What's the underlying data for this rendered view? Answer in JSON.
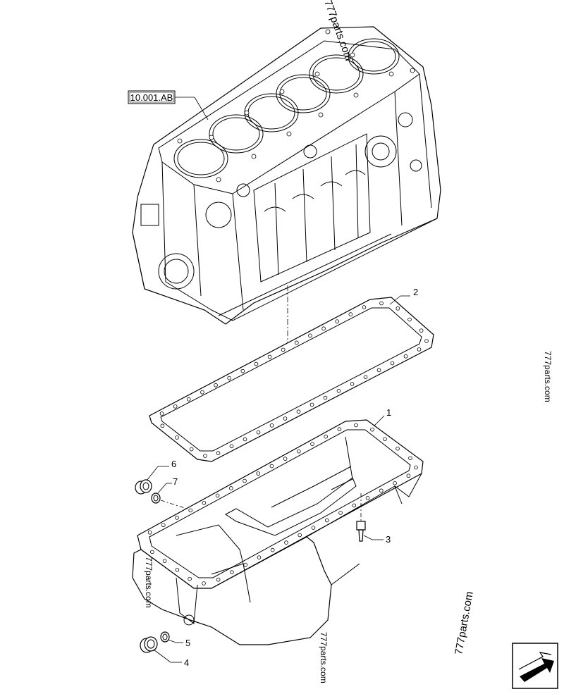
{
  "reference_label": "10.001.AB",
  "callouts": [
    {
      "id": "callout-1",
      "label": "1"
    },
    {
      "id": "callout-2",
      "label": "2"
    },
    {
      "id": "callout-3",
      "label": "3"
    },
    {
      "id": "callout-4",
      "label": "4"
    },
    {
      "id": "callout-5",
      "label": "5"
    },
    {
      "id": "callout-6",
      "label": "6"
    },
    {
      "id": "callout-7",
      "label": "7"
    }
  ],
  "watermarks": {
    "top": "777parts.com",
    "right": "777parts.com",
    "left_mid": "777parts.com",
    "bottom_center": "777parts.com",
    "bottom_right": "777parts.com"
  },
  "navigation_icon": "arrow-next-page-icon"
}
